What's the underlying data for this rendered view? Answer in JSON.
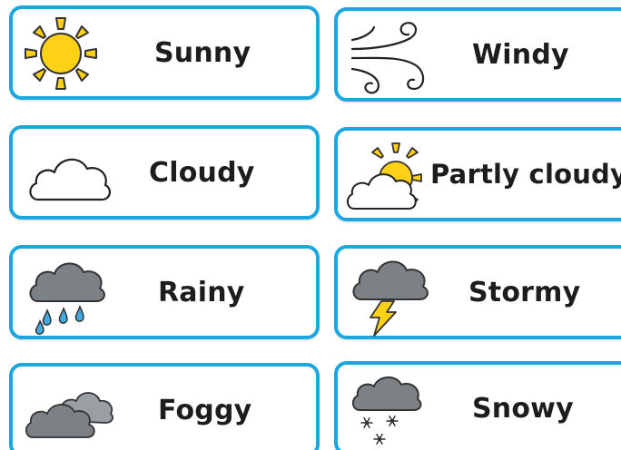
{
  "cards": [
    {
      "label": "Sunny",
      "icon": "sun-icon"
    },
    {
      "label": "Windy",
      "icon": "wind-icon"
    },
    {
      "label": "Cloudy",
      "icon": "cloud-icon"
    },
    {
      "label": "Partly cloudy",
      "icon": "partly-cloudy-icon"
    },
    {
      "label": "Rainy",
      "icon": "rain-cloud-icon"
    },
    {
      "label": "Stormy",
      "icon": "storm-cloud-icon"
    },
    {
      "label": "Foggy",
      "icon": "fog-cloud-icon"
    },
    {
      "label": "Snowy",
      "icon": "snow-cloud-icon"
    }
  ],
  "colors": {
    "border": "#1aa6df",
    "sun": "#fcd116",
    "sun_outline": "#333333",
    "grey_cloud": "#7c8186",
    "rain": "#3fa9e0",
    "lightning": "#fcd116",
    "text": "#1d1d1d"
  }
}
